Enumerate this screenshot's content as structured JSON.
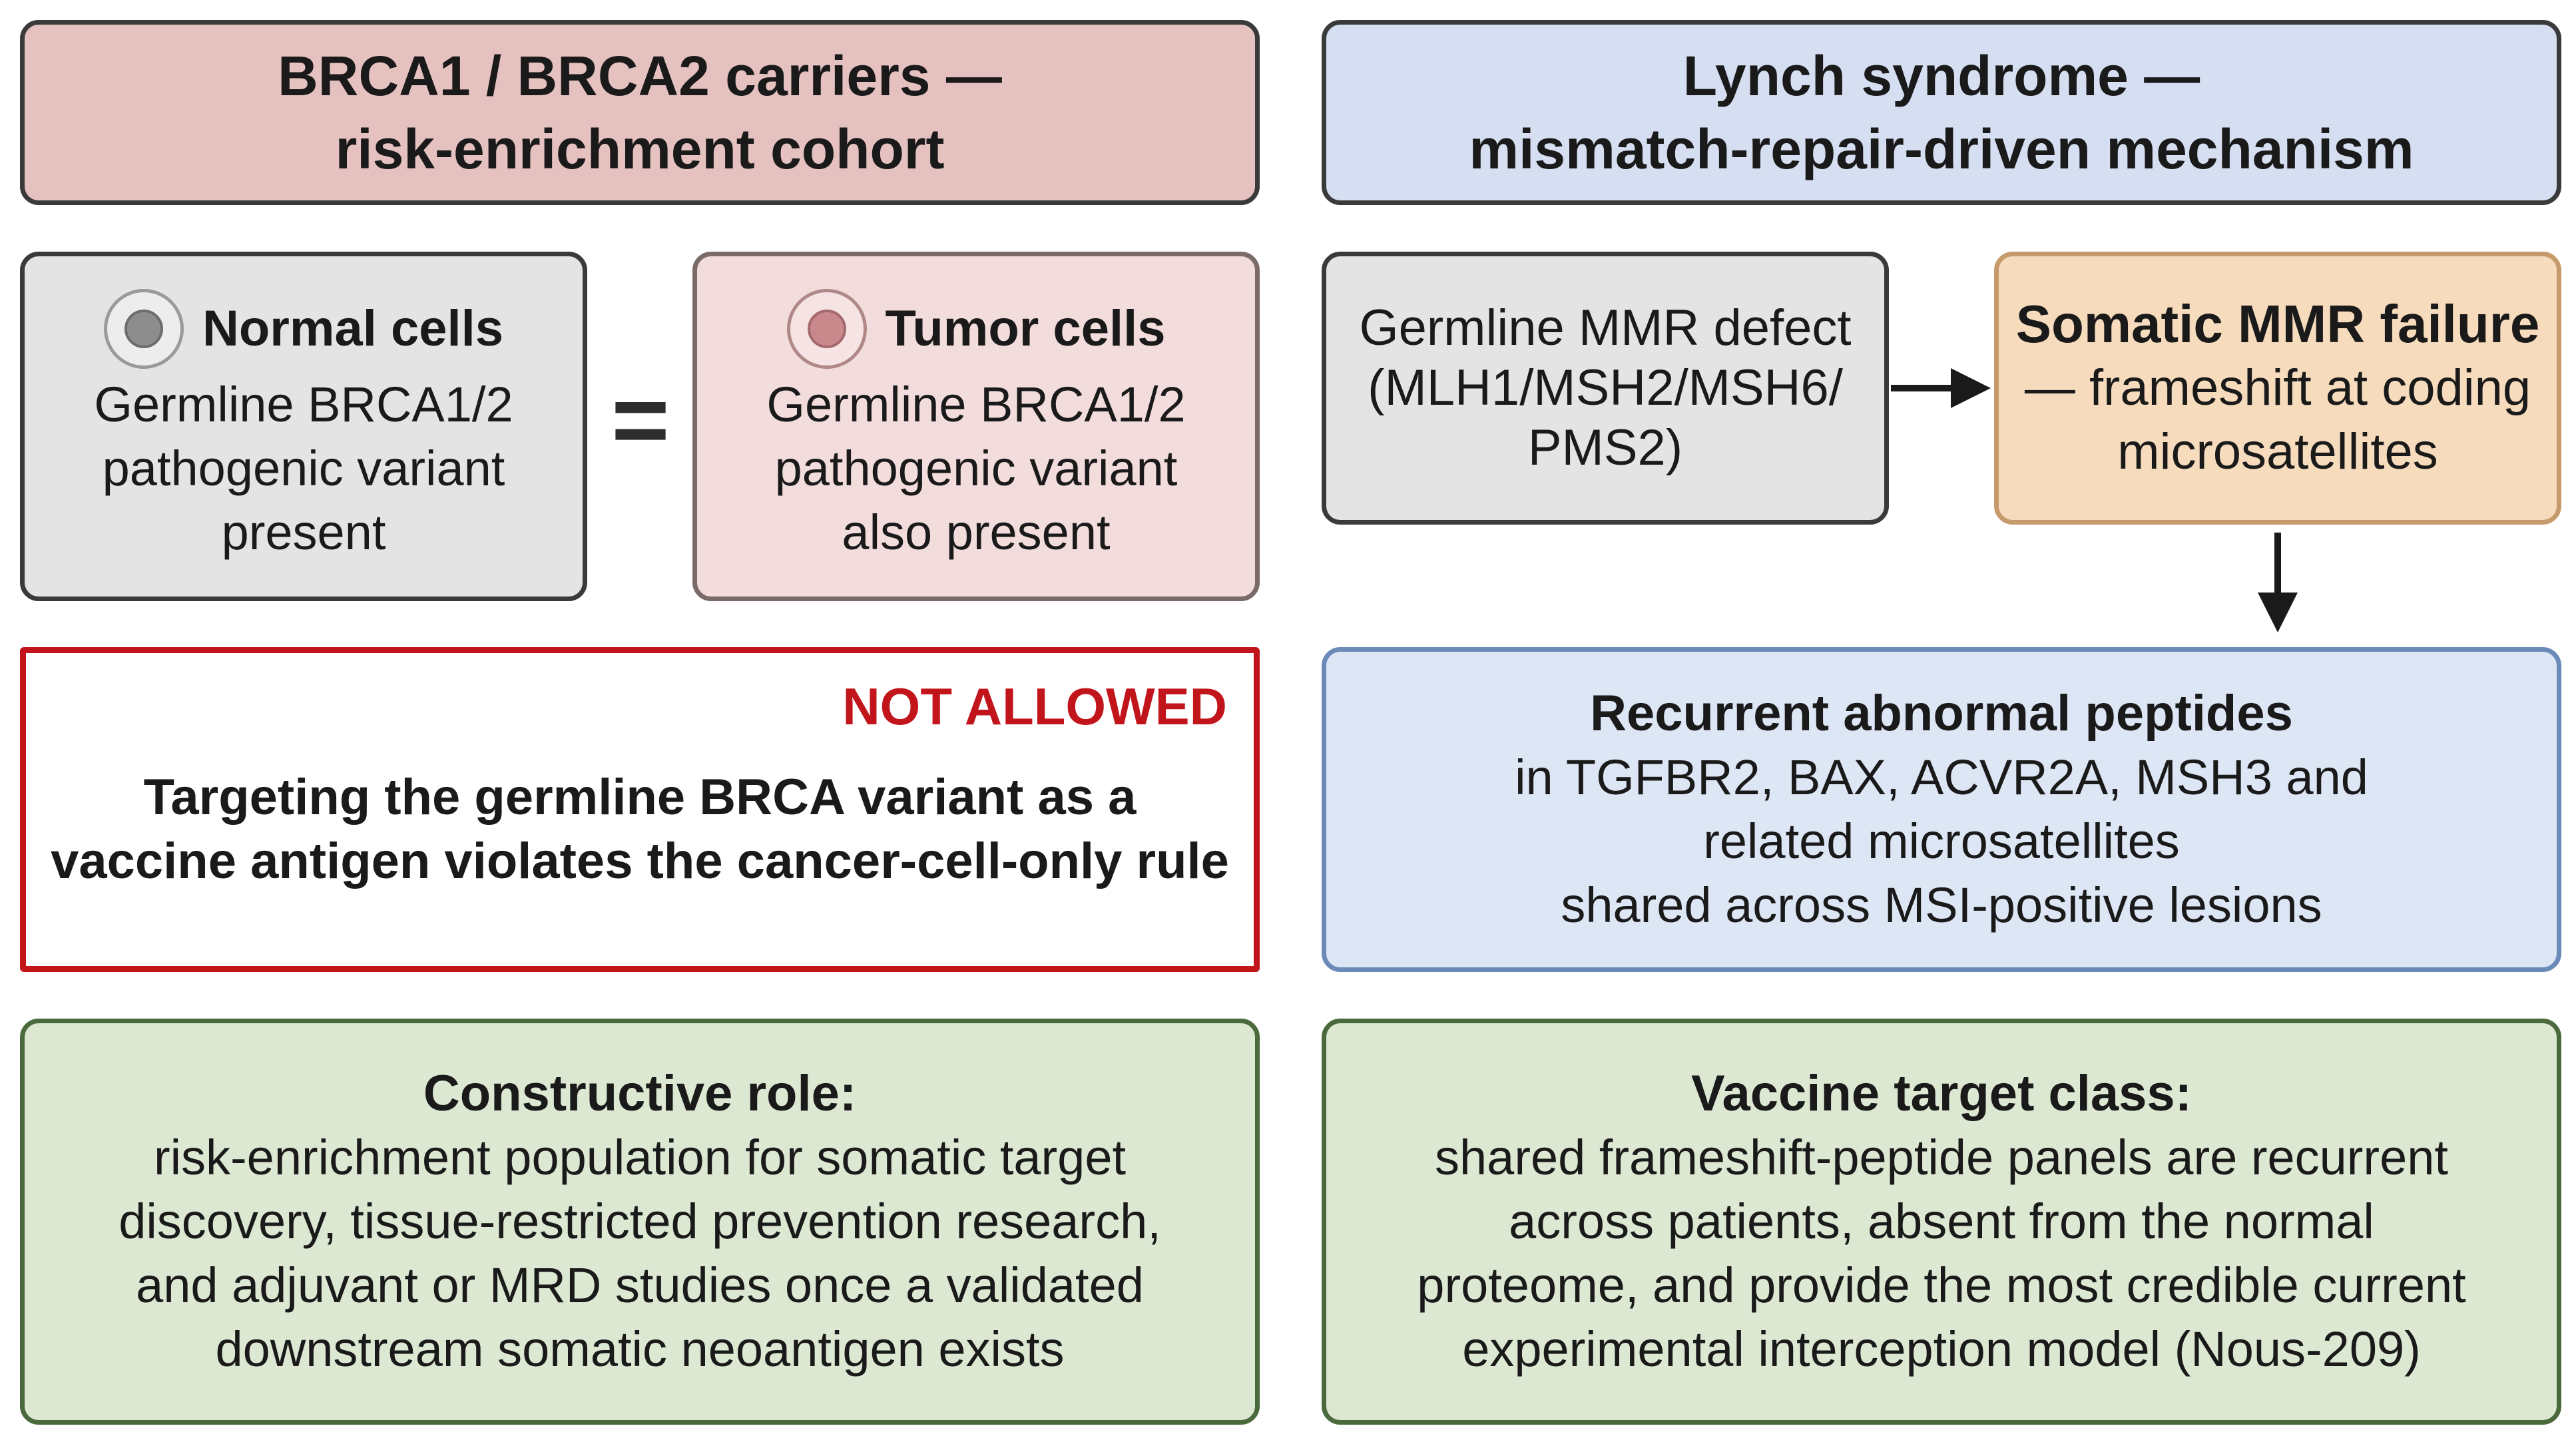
{
  "brca_column": {
    "header": {
      "line1": "BRCA1 / BRCA2 carriers —",
      "line2": "risk-enrichment cohort"
    },
    "normal_cells": {
      "title": "Normal cells",
      "lines": [
        "Germline BRCA1/2",
        "pathogenic variant",
        "present"
      ]
    },
    "equals": "=",
    "tumor_cells": {
      "title": "Tumor cells",
      "lines": [
        "Germline BRCA1/2",
        "pathogenic variant",
        "also present"
      ]
    },
    "not_allowed": {
      "label": "NOT ALLOWED",
      "lines": [
        "Targeting the germline BRCA variant as a",
        "vaccine antigen violates the cancer-cell-only rule"
      ]
    },
    "constructive_role": {
      "title": "Constructive role:",
      "lines": [
        "risk-enrichment population for somatic target",
        "discovery, tissue-restricted prevention research,",
        "and adjuvant or MRD studies once a validated",
        "downstream somatic neoantigen exists"
      ]
    }
  },
  "lynch_column": {
    "header": {
      "line1": "Lynch syndrome —",
      "line2": "mismatch-repair-driven mechanism"
    },
    "germline_mmr": {
      "lines": [
        "Germline MMR defect",
        "(MLH1/MSH2/MSH6/",
        "PMS2)"
      ]
    },
    "somatic_mmr": {
      "title": "Somatic MMR failure",
      "lines": [
        "— frameshift at coding",
        "microsatellites"
      ]
    },
    "peptides": {
      "title": "Recurrent abnormal peptides",
      "lines": [
        "in TGFBR2, BAX, ACVR2A, MSH3 and",
        "related microsatellites",
        "shared across MSI-positive lesions"
      ]
    },
    "vaccine_target": {
      "title": "Vaccine target class:",
      "lines": [
        "shared frameshift-peptide panels are recurrent",
        "across patients, absent from the normal",
        "proteome, and provide the most credible current",
        "experimental interception model (Nous-209)"
      ]
    }
  },
  "colors": {
    "brca_header_fill": "#e5c1c0",
    "lynch_header_fill": "#d5dff1",
    "not_allowed_red": "#c2151b",
    "green_panel_fill": "#dde8d3",
    "somatic_fill": "#f6dbbd",
    "peptides_fill": "#dde6f5"
  },
  "icons": {
    "normal_cell": "cell-icon",
    "tumor_cell": "tumor-cell-icon",
    "arrows": [
      "arrow-right-icon",
      "arrow-down-icon"
    ]
  }
}
